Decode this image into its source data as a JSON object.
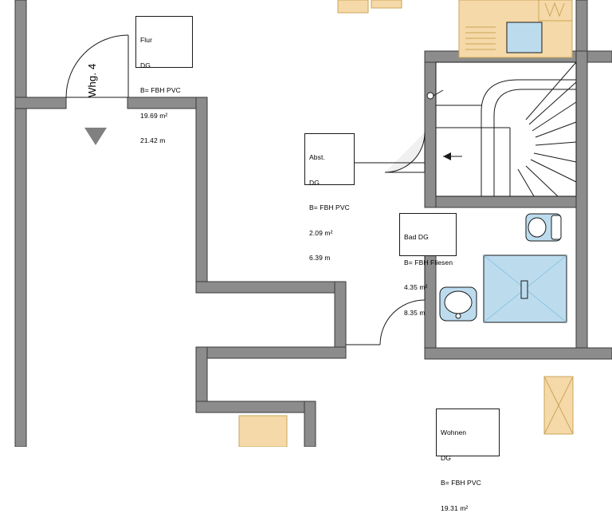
{
  "drawing": {
    "kind": "architectural-floor-plan",
    "title_rotated": "Whg. 4",
    "colors": {
      "wall_fill": "#8c8c8c",
      "wall_outline": "#3a3a3a",
      "thin_line": "#1a1a1a",
      "fixture_blue": "#bcdcee",
      "fixture_blue_dark": "#8fc4e0",
      "furniture_tan": "#f5d9a8",
      "furniture_tan_line": "#caa558",
      "marker_gray": "#808080",
      "background": "#ffffff"
    }
  },
  "rooms": [
    {
      "name": "flur",
      "lines": [
        "Flur",
        "DG",
        "B= FBH PVC",
        "19.69 m²",
        "21.42 m"
      ]
    },
    {
      "name": "abst",
      "lines": [
        "Abst.",
        "DG",
        "B= FBH PVC",
        "2.09 m²",
        "6.39 m"
      ]
    },
    {
      "name": "bad",
      "lines": [
        "Bad DG",
        "B= FBH Fliesen",
        "4.35 m²",
        "8.35 m"
      ]
    },
    {
      "name": "wohnen",
      "lines": [
        "Wohnen",
        "DG",
        "B= FBH PVC",
        "19.31 m²"
      ]
    }
  ]
}
